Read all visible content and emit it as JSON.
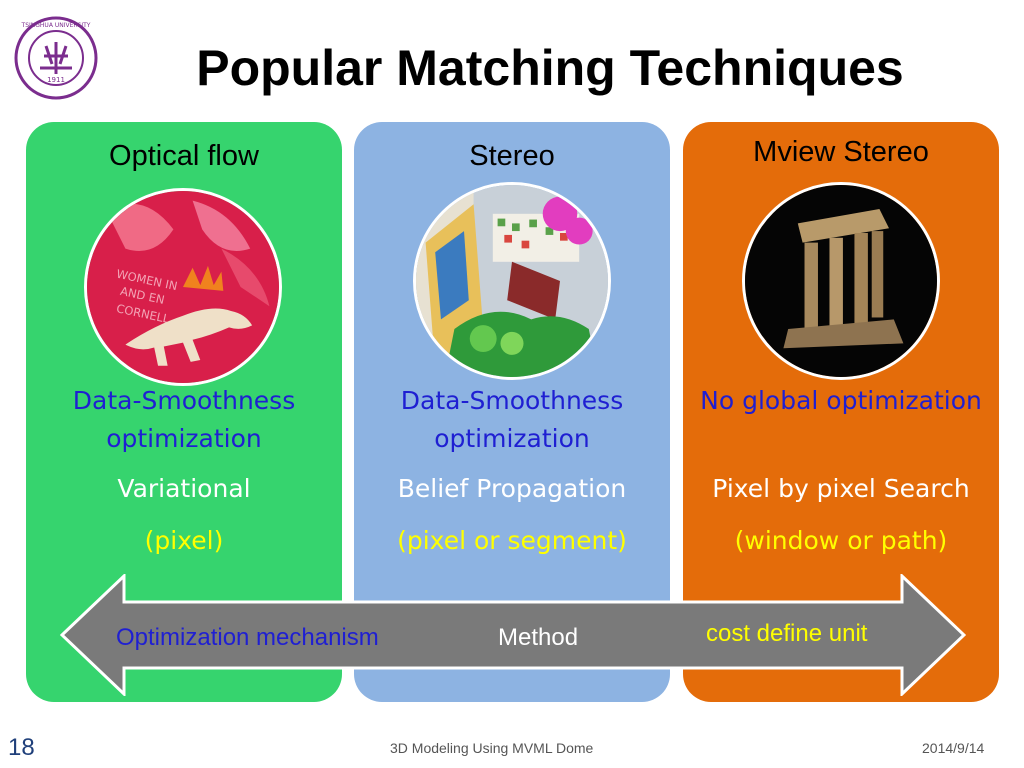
{
  "slide": {
    "title": "Popular Matching Techniques",
    "logo_text": "TSINGHUA UNIVERSITY",
    "logo_year": "1911"
  },
  "panels": [
    {
      "title": "Optical flow",
      "optimization": "Data-Smoothness optimization",
      "method": "Variational",
      "unit": "(pixel)",
      "color": "#36d46e"
    },
    {
      "title": "Stereo",
      "optimization": "Data-Smoothness optimization",
      "method": "Belief Propagation",
      "unit": "(pixel or segment)",
      "color": "#8db3e2"
    },
    {
      "title": "Mview Stereo",
      "optimization": "No global optimization",
      "method": "Pixel by pixel Search",
      "unit": "(window or path)",
      "color": "#e46c0a"
    }
  ],
  "arrow": {
    "left_label": "Optimization mechanism",
    "center_label": "Method",
    "right_label": "cost define unit"
  },
  "footer": {
    "page_number": "18",
    "center_text": "3D Modeling Using MVML Dome",
    "date": "2014/9/14"
  }
}
